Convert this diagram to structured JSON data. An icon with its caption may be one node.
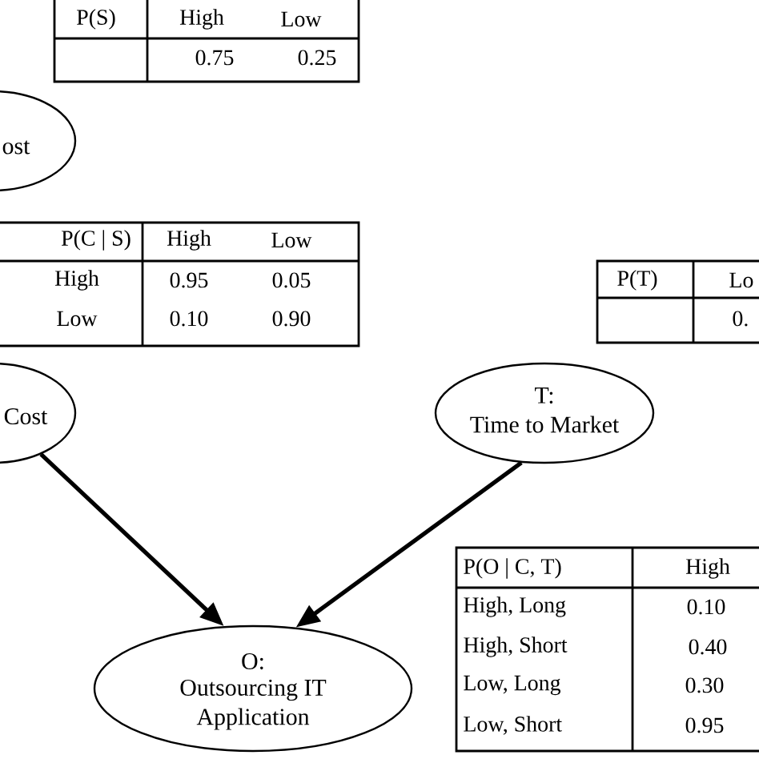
{
  "diagram": {
    "nodes": [
      {
        "text": [
          "ost"
        ]
      },
      {
        "text": [
          "Cost"
        ]
      },
      {
        "text": [
          "T:",
          "Time to Market"
        ]
      },
      {
        "text": [
          "O:",
          "Outsourcing IT",
          "Application"
        ]
      }
    ],
    "edges": [
      {
        "from": 1,
        "to": 3,
        "arrow": "to"
      },
      {
        "from": 2,
        "to": 3,
        "arrow": "to"
      }
    ],
    "labels": [
      "P(S)",
      "High",
      "Low",
      "0.75",
      "0.25",
      "P(C | S)",
      "High",
      "Low",
      "High",
      "0.95",
      "0.05",
      "Low",
      "0.10",
      "0.90",
      "P(T)",
      "Lo",
      "0.",
      "P(O | C, T)",
      "High",
      "High, Long",
      "0.10",
      "High, Short",
      "0.40",
      "Low, Long",
      "0.30",
      "Low, Short",
      "0.95"
    ]
  }
}
